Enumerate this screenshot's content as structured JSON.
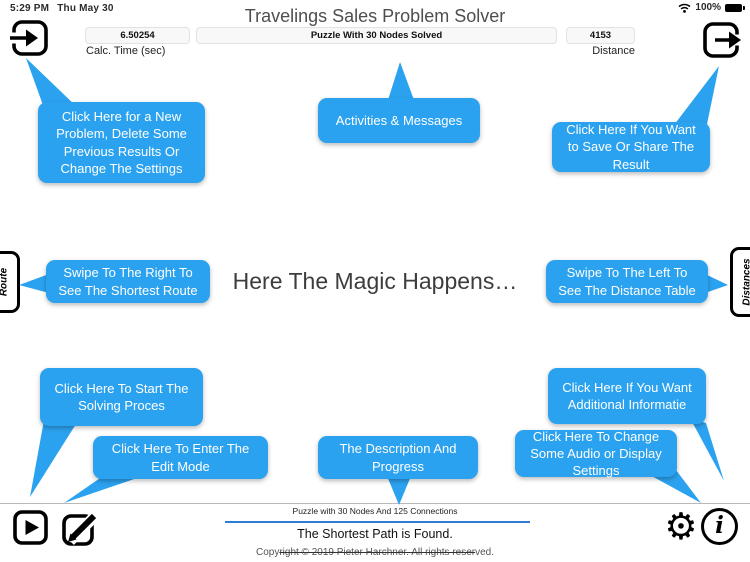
{
  "status_bar": {
    "time": "5:29 PM",
    "date": "Thu May 30",
    "battery": "100%"
  },
  "header": {
    "title": "Travelings Sales Problem Solver"
  },
  "toolbar": {
    "calc_time_value": "6.50254",
    "calc_time_label": "Calc. Time (sec)",
    "message_value": "Puzzle With 30 Nodes Solved",
    "distance_value": "4153",
    "distance_label": "Distance"
  },
  "bubbles": {
    "new_problem": "Click Here for a New Problem, Delete Some Previous Results Or Change The Settings",
    "activities": "Activities & Messages",
    "save_share": "Click Here If You Want to Save Or Share The Result",
    "swipe_right": "Swipe To The Right To See The Shortest Route",
    "magic": "Here The Magic Happens…",
    "swipe_left": "Swipe To The Left To See The Distance Table",
    "start_solving": "Click Here To Start The Solving Proces",
    "edit_mode": "Click Here To Enter The Edit Mode",
    "description_progress": "The Description And Progress",
    "additional_info": "Click Here If You Want Additional Informatie",
    "audio_settings": "Click Here To Change Some Audio or Display Settings"
  },
  "side_tabs": {
    "route": "Route",
    "distances": "Distances"
  },
  "footer": {
    "puzzle_info": "Puzzle with 30 Nodes And 125 Connections",
    "status": "The Shortest Path is Found.",
    "copyright_start": "Copy",
    "copyright_struck": "right © 2019 Pieter Harchner. All rights reser",
    "copyright_end": "ved."
  },
  "icons": {
    "gear_glyph": "⚙",
    "info_glyph": "i"
  },
  "colors": {
    "bubble": "#2ba2ef",
    "progress": "#2e7cd9"
  }
}
